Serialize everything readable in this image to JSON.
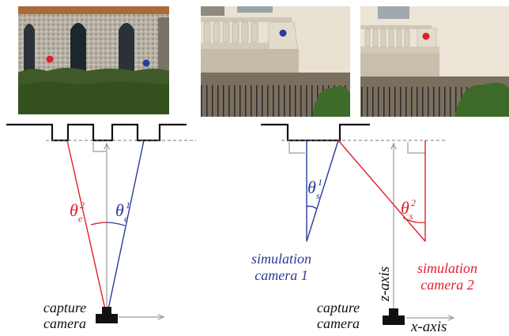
{
  "labels": {
    "capture_left": [
      "capture",
      "camera"
    ],
    "capture_right": [
      "capture",
      "camera"
    ],
    "sim_cam_1": [
      "simulation",
      "camera 1"
    ],
    "sim_cam_2": [
      "simulation",
      "camera 2"
    ],
    "x_axis": "x-axis",
    "z_axis": "z-axis"
  },
  "angles": {
    "theta_e2": {
      "sym": "θ",
      "sub": "e",
      "sup": "2"
    },
    "theta_e1": {
      "sym": "θ",
      "sub": "e",
      "sup": "1"
    },
    "theta_s1": {
      "sym": "θ",
      "sub": "s",
      "sup": "1"
    },
    "theta_s2": {
      "sym": "θ",
      "sub": "s",
      "sup": "2"
    }
  },
  "photos": {
    "left": "building-facade-with-gothic-windows",
    "middle": "balcony-stone-balustrade",
    "right": "balcony-stone-balustrade-shifted"
  },
  "colors": {
    "red": "#e0202a",
    "blue": "#2a3a9a",
    "gray": "#9a9a9a",
    "black": "#111111"
  }
}
